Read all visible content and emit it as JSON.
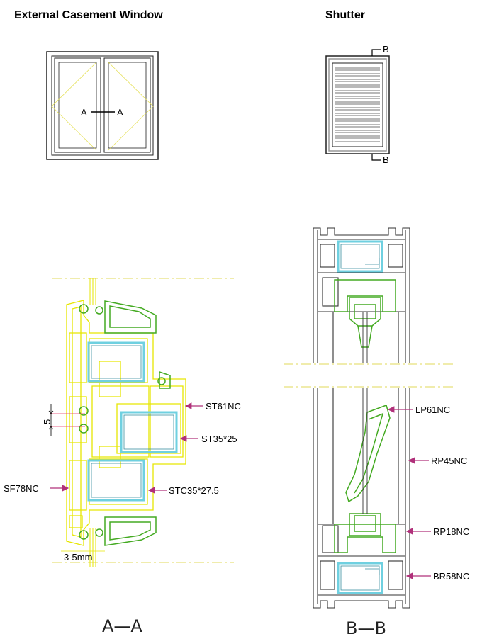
{
  "titles": {
    "window": "External Casement Window",
    "shutter": "Shutter"
  },
  "window_elevation": {
    "section_left": "A",
    "section_right": "A"
  },
  "shutter_elevation": {
    "section_top": "B",
    "section_bottom": "B"
  },
  "section_aa": {
    "caption": "A—A",
    "labels": {
      "st61nc": "ST61NC",
      "st35x25": "ST35*25",
      "sf78nc": "SF78NC",
      "stc35": "STC35*27.5",
      "gap": "3-5mm",
      "dim": "5"
    }
  },
  "section_bb": {
    "caption": "B—B",
    "labels": {
      "lp61nc": "LP61NC",
      "rp45nc": "RP45NC",
      "rp18nc": "RP18NC",
      "br58nc": "BR58NC"
    }
  },
  "colors": {
    "profile_yellow": "#e6e600",
    "gasket_green": "#44aa22",
    "steel_cyan": "#6fd0e0",
    "leader_magenta": "#b0307a",
    "centerline": "#e0d85a",
    "outline_gray": "#333333"
  }
}
